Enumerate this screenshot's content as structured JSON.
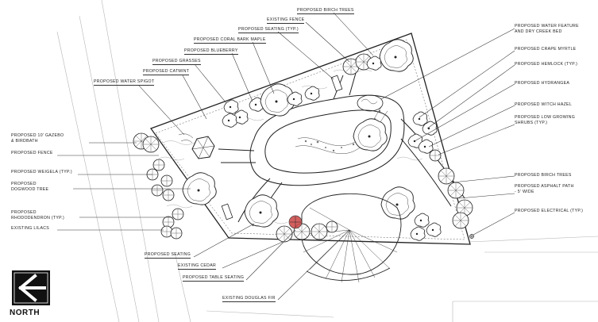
{
  "labels_left": [
    {
      "id": "gazebo",
      "lines": [
        "PROPOSED 10' GAZEBO",
        "& BIRDBATH"
      ]
    },
    {
      "id": "fence-left",
      "lines": [
        "PROPOSED FENCE"
      ]
    },
    {
      "id": "weigela",
      "lines": [
        "PROPOSED WEIGELA (TYP.)"
      ]
    },
    {
      "id": "dogwood",
      "lines": [
        "PROPOSED",
        "DOGWOOD TREE"
      ]
    },
    {
      "id": "rhododendron",
      "lines": [
        "PROPOSED",
        "RHODODENDRON (TYP.)"
      ]
    },
    {
      "id": "lilacs",
      "lines": [
        "EXISTING LILACS"
      ]
    }
  ],
  "labels_top": [
    {
      "id": "water-spigot",
      "text": "PROPOSED WATER SPIGOT"
    },
    {
      "id": "catmint",
      "text": "PROPOSED CATMINT"
    },
    {
      "id": "grasses",
      "text": "PROPOSED GRASSES"
    },
    {
      "id": "blueberry",
      "text": "PROPOSED BLUEBERRY"
    },
    {
      "id": "coral-bark-maple",
      "text": "PROPOSED CORAL BARK MAPLE"
    },
    {
      "id": "seating-top",
      "text": "PROPOSED SEATING (TYP.)"
    },
    {
      "id": "existing-fence",
      "text": "EXISTING FENCE"
    },
    {
      "id": "birch-top",
      "text": "PROPOSED BIRCH TREES"
    }
  ],
  "labels_right": [
    {
      "id": "water-feature",
      "lines": [
        "PROPOSED WATER FEATURE",
        "AND DRY CREEK BED"
      ]
    },
    {
      "id": "crape-myrtle",
      "lines": [
        "PROPOSED CRAPE MYRTLE"
      ]
    },
    {
      "id": "hemlock",
      "lines": [
        "PROPOSED HEMLOCK (TYP.)"
      ]
    },
    {
      "id": "hydrangea",
      "lines": [
        "PROPOSED HYDRANGEA"
      ]
    },
    {
      "id": "witch-hazel",
      "lines": [
        "PROPOSED WITCH HAZEL"
      ]
    },
    {
      "id": "low-growing",
      "lines": [
        "PROPOSED LOW GROWING",
        "SHRUBS (TYP.)"
      ]
    },
    {
      "id": "birch-right",
      "lines": [
        "PROPOSED BIRCH TREES"
      ]
    },
    {
      "id": "asphalt",
      "lines": [
        "PROPOSED ASPHALT PATH",
        "- 5' WIDE"
      ]
    },
    {
      "id": "electrical",
      "lines": [
        "PROPOSED ELECTRICAL (TYP.)"
      ]
    }
  ],
  "labels_bottom": [
    {
      "id": "seating-bottom",
      "text": "PROPOSED SEATING"
    },
    {
      "id": "existing-cedar",
      "text": "EXISTING CEDAR"
    },
    {
      "id": "table-seating",
      "text": "PROPOSED TABLE SEATING"
    },
    {
      "id": "douglas-fir",
      "text": "EXISTING DOUGLAS FIR"
    }
  ],
  "north_label": "NORTH",
  "north_icon": "arrow-left-icon"
}
